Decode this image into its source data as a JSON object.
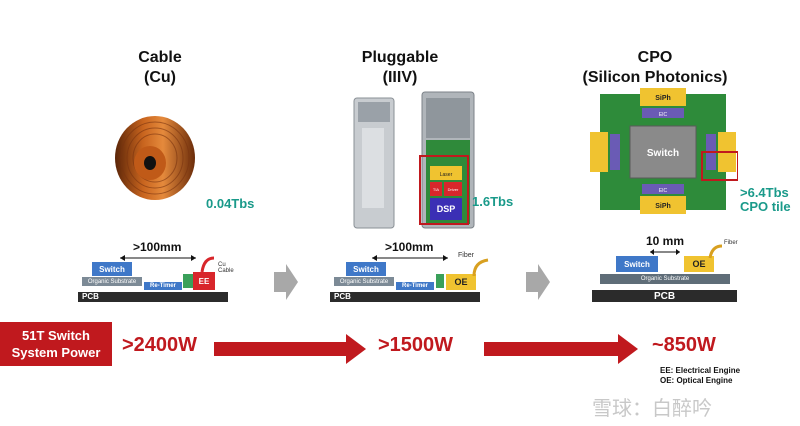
{
  "columns": [
    {
      "title_line1": "Cable",
      "title_line2": "(Cu)",
      "bandwidth": "0.04Tbs",
      "distance": ">100mm",
      "switch_label": "Switch",
      "substrate_label": "Organic Substrate",
      "retimer_label": "Re-Timer",
      "engine_label": "EE",
      "cable_label": "Cu Cable",
      "pcb_label": "PCB",
      "power": ">2400W"
    },
    {
      "title_line1": "Pluggable",
      "title_line2": "(IIIV)",
      "bandwidth": "1.6Tbs",
      "distance": ">100mm",
      "switch_label": "Switch",
      "substrate_label": "Organic Substrate",
      "retimer_label": "Re-Timer",
      "engine_label": "OE",
      "fiber_label": "Fiber",
      "pcb_label": "PCB",
      "power": ">1500W",
      "module_labels": {
        "laser": "Laser",
        "driver": "Driver",
        "tia": "TIA",
        "dsp": "DSP"
      }
    },
    {
      "title_line1": "CPO",
      "title_line2": "(Silicon Photonics)",
      "bandwidth_line1": ">6.4Tbs",
      "bandwidth_line2": "CPO tile",
      "distance": "10 mm",
      "switch_label": "Switch",
      "engine_label": "OE",
      "fiber_label": "Fiber",
      "substrate_label": "Organic Substrate",
      "pcb_label": "PCB",
      "power": "~850W",
      "tile": {
        "center_label": "Switch",
        "siph_label": "SiPh",
        "eic_label": "EIC"
      }
    }
  ],
  "system_power_line1": "51T Switch",
  "system_power_line2": "System Power",
  "legend_line1": "EE: Electrical Engine",
  "legend_line2": "OE: Optical Engine",
  "watermark": "雪球：白醉吟",
  "colors": {
    "accent_red": "#c0191e",
    "teal": "#1a9a8a",
    "chip_blue": "#3f78c8",
    "engine_yellow": "#f0c330"
  }
}
